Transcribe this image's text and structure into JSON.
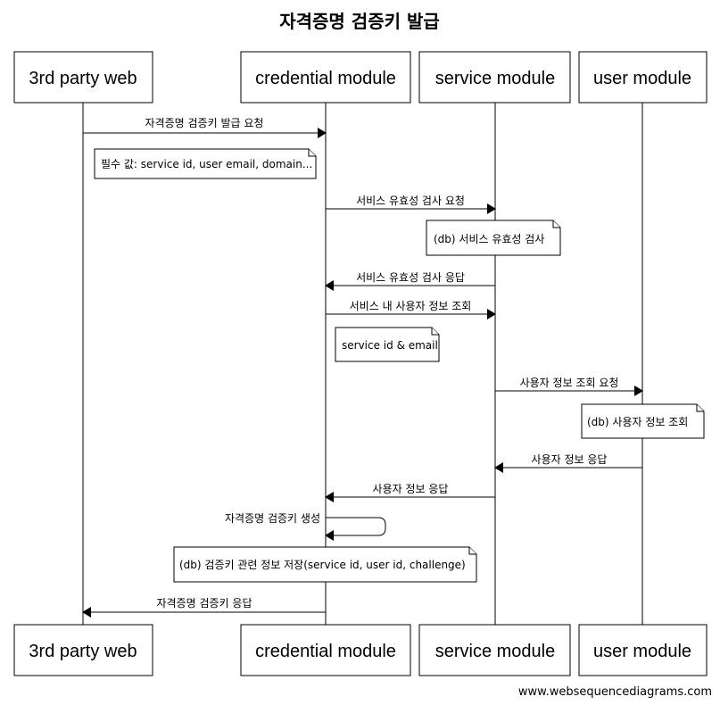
{
  "title": "자격증명 검증키 발급",
  "participants": [
    {
      "id": "web",
      "label": "3rd party web"
    },
    {
      "id": "cred",
      "label": "credential module"
    },
    {
      "id": "svc",
      "label": "service module"
    },
    {
      "id": "user",
      "label": "user module"
    }
  ],
  "messages": [
    {
      "from": "web",
      "to": "cred",
      "label": "자격증명 검증키 발급 요청"
    },
    {
      "from": "cred",
      "to": "svc",
      "label": "서비스 유효성 검사 요청"
    },
    {
      "from": "svc",
      "to": "cred",
      "label": "서비스 유효성 검사 응답"
    },
    {
      "from": "cred",
      "to": "svc",
      "label": "서비스 내 사용자 정보 조회"
    },
    {
      "from": "svc",
      "to": "user",
      "label": "사용자 정보 조회 요청"
    },
    {
      "from": "user",
      "to": "svc",
      "label": "사용자 정보 응답"
    },
    {
      "from": "svc",
      "to": "cred",
      "label": "사용자 정보 응답"
    },
    {
      "from": "cred",
      "to": "cred",
      "label": "자격증명 검증키 생성"
    },
    {
      "from": "cred",
      "to": "web",
      "label": "자격증명 검증키 응답"
    }
  ],
  "notes": [
    {
      "text": "필수 값: service id, user email, domain..."
    },
    {
      "text": "(db) 서비스 유효성 검사"
    },
    {
      "text": "service id & email"
    },
    {
      "text": "(db) 사용자 정보 조회"
    },
    {
      "text": "(db) 검증키 관련 정보 저장(service id, user id, challenge)"
    }
  ],
  "watermark": "www.websequencediagrams.com"
}
